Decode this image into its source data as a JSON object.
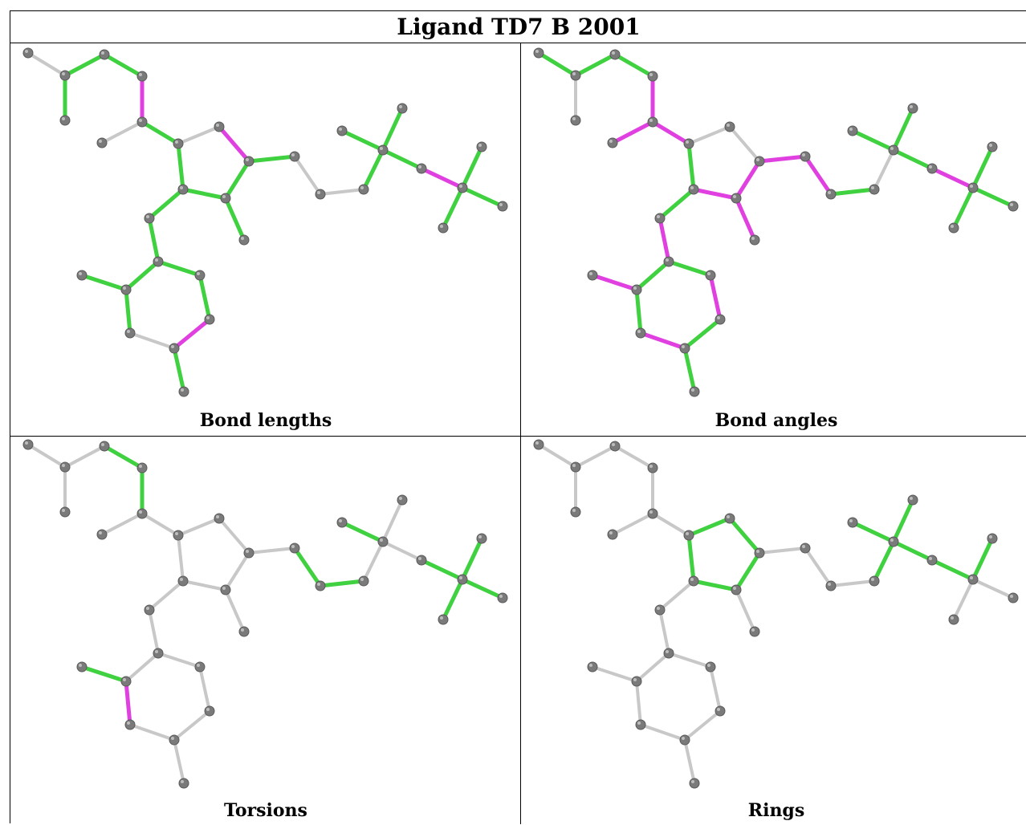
{
  "title": "Ligand TD7 B 2001",
  "colors": {
    "neutral_bond": "#c8c8c8",
    "good_bond": "#3fd13f",
    "outlier_bond": "#e040e0",
    "atom": "#7a7a7a"
  },
  "panels": [
    {
      "caption": "Bond lengths",
      "bond_states": [
        "n",
        "g",
        "g",
        "g",
        "m",
        "n",
        "g",
        "n",
        "m",
        "g",
        "g",
        "g",
        "g",
        "g",
        "n",
        "n",
        "g",
        "g",
        "g",
        "g",
        "m",
        "g",
        "g",
        "g",
        "g",
        "g",
        "g",
        "g",
        "g",
        "n",
        "g",
        "m",
        "g",
        "g"
      ]
    },
    {
      "caption": "Bond angles",
      "bond_states": [
        "g",
        "n",
        "g",
        "g",
        "m",
        "m",
        "m",
        "n",
        "n",
        "m",
        "m",
        "g",
        "m",
        "m",
        "m",
        "g",
        "n",
        "g",
        "g",
        "g",
        "m",
        "g",
        "g",
        "g",
        "g",
        "m",
        "g",
        "m",
        "g",
        "m",
        "g",
        "g",
        "m",
        "g"
      ]
    },
    {
      "caption": "Torsions",
      "bond_states": [
        "n",
        "n",
        "n",
        "g",
        "g",
        "n",
        "n",
        "n",
        "n",
        "n",
        "n",
        "n",
        "n",
        "n",
        "g",
        "g",
        "n",
        "g",
        "n",
        "n",
        "g",
        "g",
        "g",
        "g",
        "n",
        "n",
        "n",
        "g",
        "m",
        "n",
        "n",
        "n",
        "n",
        "n"
      ]
    },
    {
      "caption": "Rings",
      "bond_states": [
        "n",
        "n",
        "n",
        "n",
        "n",
        "n",
        "n",
        "g",
        "g",
        "g",
        "g",
        "g",
        "n",
        "n",
        "n",
        "n",
        "g",
        "g",
        "g",
        "g",
        "g",
        "g",
        "n",
        "n",
        "n",
        "n",
        "n",
        "n",
        "n",
        "n",
        "n",
        "n",
        "n",
        "n"
      ]
    }
  ]
}
